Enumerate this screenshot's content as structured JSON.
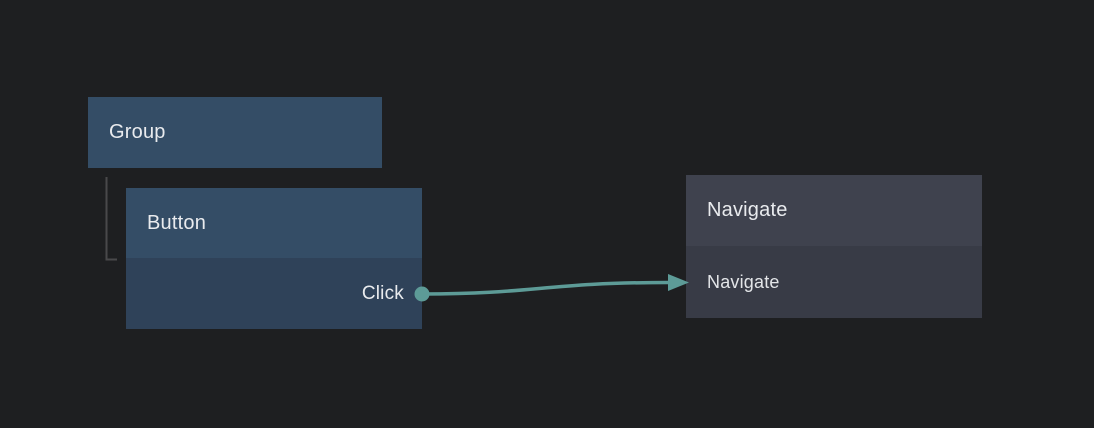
{
  "canvas": {
    "background": "#1e1f21"
  },
  "colors": {
    "node_header_blue": "#344d66",
    "node_body_blue": "#2f4259",
    "navigate_header": "#3f424e",
    "navigate_body": "#383b46",
    "wire_teal": "#5d9b97",
    "tree_line": "#49494b",
    "header_text": "#e9ebee",
    "body_text": "#e3e5e8"
  },
  "nodes": {
    "group": {
      "title": "Group"
    },
    "button": {
      "title": "Button",
      "output_port_label": "Click"
    },
    "navigate": {
      "title": "Navigate",
      "action_label": "Navigate"
    }
  }
}
